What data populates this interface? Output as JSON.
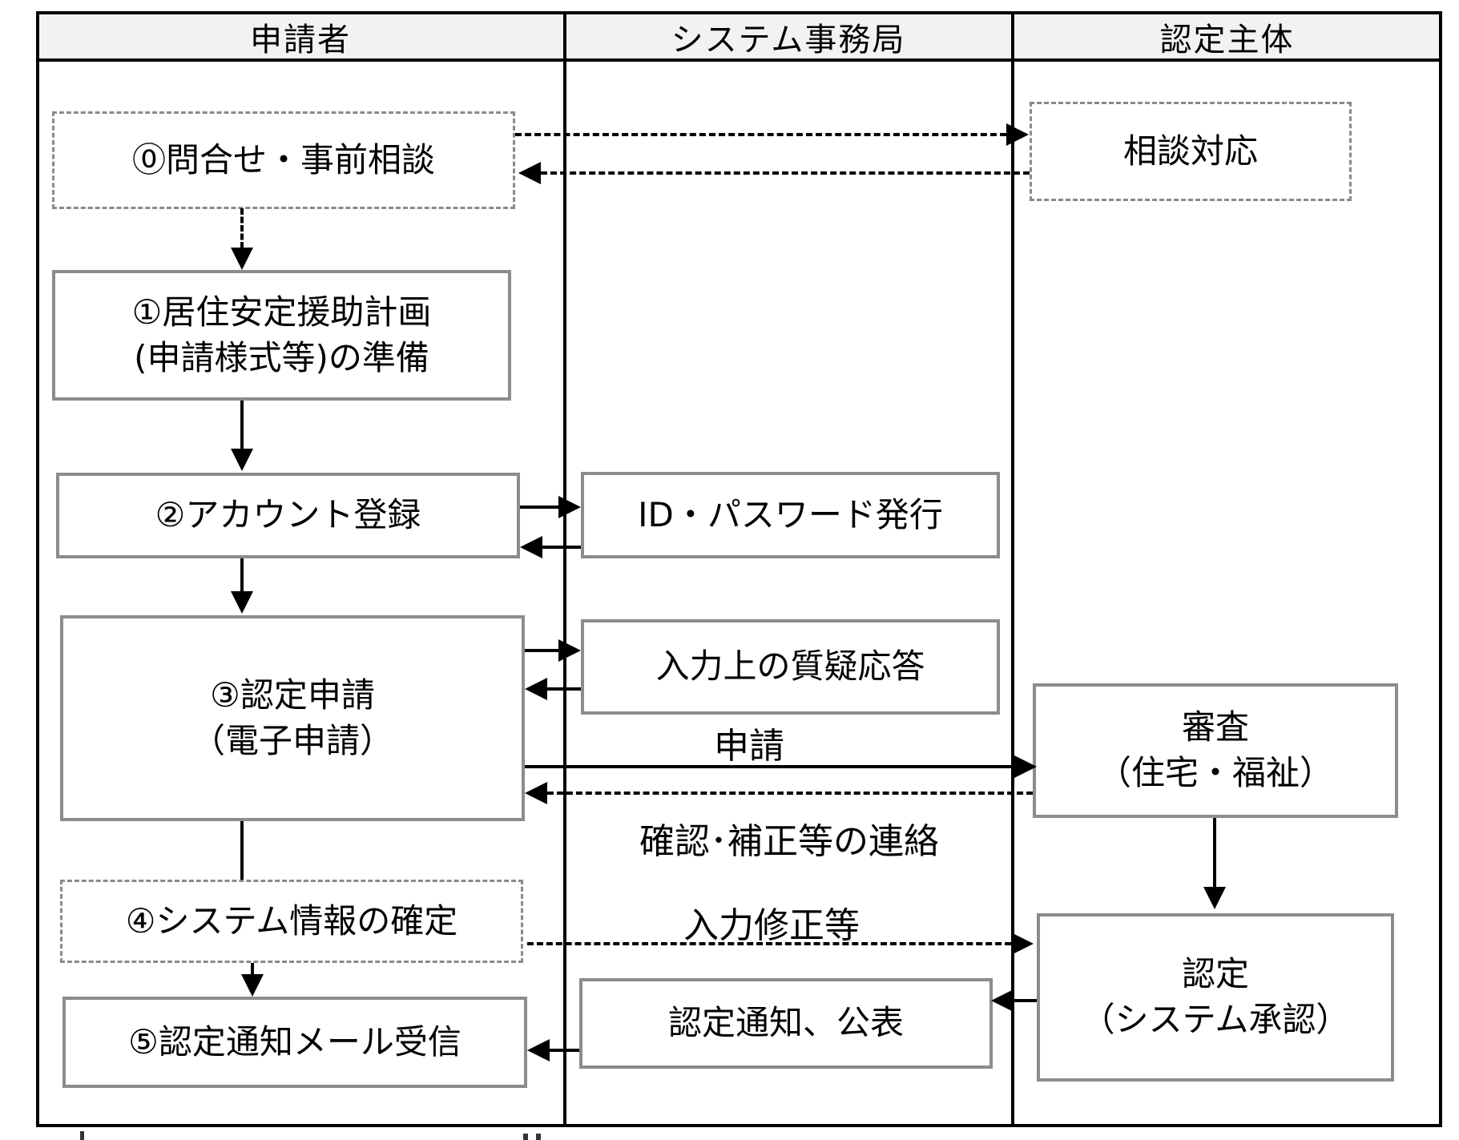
{
  "header": {
    "columns": [
      "申請者",
      "システム事務局",
      "認定主体"
    ]
  },
  "applicant": {
    "step0": "⓪問合せ・事前相談",
    "step1": [
      "①居住安定援助計画",
      "(申請様式等)の準備"
    ],
    "step2": "②アカウント登録",
    "step3": [
      "③認定申請",
      "（電子申請）"
    ],
    "step4": "④システム情報の確定",
    "step5": "⑤認定通知メール受信"
  },
  "office": {
    "id_password": "ID・パスワード発行",
    "qa": "入力上の質疑応答",
    "apply": "申請",
    "confirm": "確認･補正等の連絡",
    "fix": "入力修正等",
    "notice": "認定通知、公表"
  },
  "authority": {
    "consult": "相談対応",
    "review": [
      "審査",
      "（住宅・福祉）"
    ],
    "approve": [
      "認定",
      "（システム承認）"
    ]
  },
  "colors": {
    "line": "#000000",
    "solid_box_border": "#8c8c8c",
    "dashed_box_border": "#8a8a8a",
    "header_bg": "#f2f2f2"
  }
}
